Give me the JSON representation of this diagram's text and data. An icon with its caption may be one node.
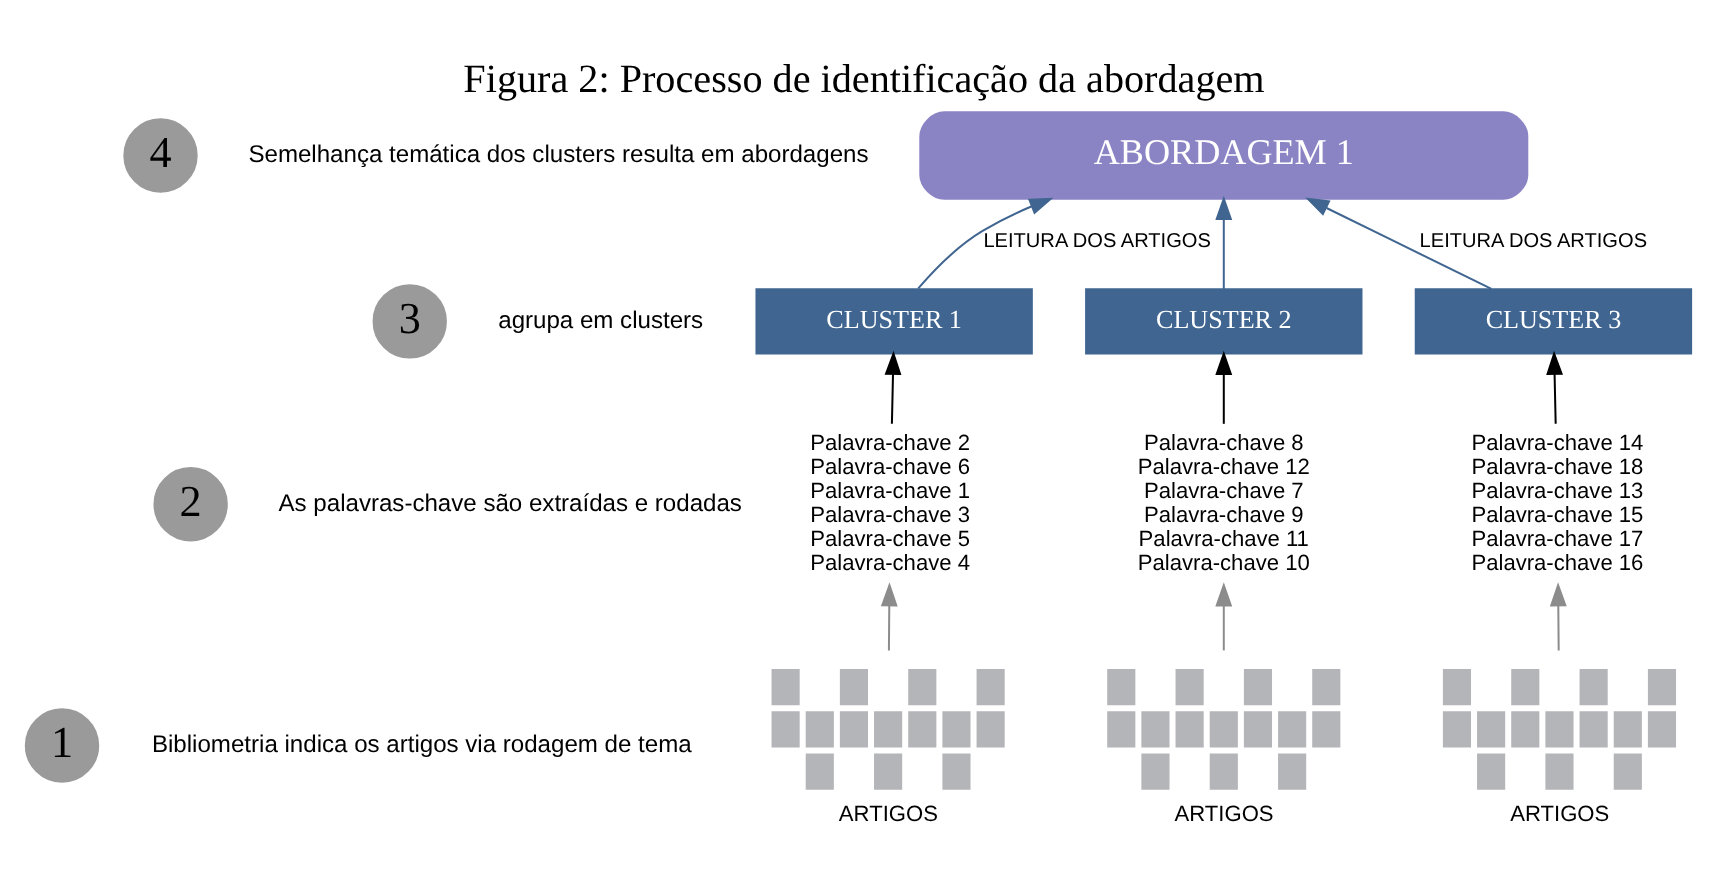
{
  "diagram": {
    "title": "Figura 2: Processo de identificação da abordagem",
    "nodes": [
      {
        "text": [
          "4"
        ],
        "beside": [
          "Semelhança temática dos clusters resulta em abordagens"
        ]
      },
      {
        "text": [
          "3"
        ],
        "beside": [
          "agrupa em clusters"
        ]
      },
      {
        "text": [
          "2"
        ],
        "beside": [
          "As palavras-chave são extraídas e rodadas"
        ]
      },
      {
        "text": [
          "1"
        ],
        "beside": [
          "Bibliometria indica os artigos via rodagem de tema"
        ]
      },
      {
        "text": [
          "ABORDAGEM 1"
        ]
      },
      {
        "text": [
          "CLUSTER 1"
        ]
      },
      {
        "text": [
          "CLUSTER 2"
        ]
      },
      {
        "text": [
          "CLUSTER 3"
        ]
      },
      {
        "text": [
          "Palavra-chave 2",
          "Palavra-chave 6",
          "Palavra-chave 1",
          "Palavra-chave 3",
          "Palavra-chave 5",
          "Palavra-chave 4"
        ]
      },
      {
        "text": [
          "Palavra-chave 8",
          "Palavra-chave 12",
          "Palavra-chave 7",
          "Palavra-chave 9",
          "Palavra-chave 11",
          "Palavra-chave 10"
        ]
      },
      {
        "text": [
          "Palavra-chave 14",
          "Palavra-chave 18",
          "Palavra-chave 13",
          "Palavra-chave 15",
          "Palavra-chave 17",
          "Palavra-chave 16"
        ]
      },
      {
        "text": [],
        "shape": "picture",
        "beside": [
          "ARTIGOS"
        ]
      },
      {
        "text": [],
        "shape": "picture",
        "beside": [
          "ARTIGOS"
        ]
      },
      {
        "text": [],
        "shape": "picture",
        "beside": [
          "ARTIGOS"
        ]
      }
    ],
    "edges": [
      {
        "from": 5,
        "to": 4,
        "arrow": "to",
        "label": "LEITURA DOS ARTIGOS",
        "color": "#3f6590"
      },
      {
        "from": 6,
        "to": 4,
        "arrow": "to",
        "color": "#3f6590"
      },
      {
        "from": 7,
        "to": 4,
        "arrow": "to",
        "label": "LEITURA DOS ARTIGOS",
        "color": "#3f6590"
      },
      {
        "from": 8,
        "to": 5,
        "arrow": "to",
        "color": "#000000"
      },
      {
        "from": 9,
        "to": 6,
        "arrow": "to",
        "color": "#000000"
      },
      {
        "from": 10,
        "to": 7,
        "arrow": "to",
        "color": "#000000"
      },
      {
        "from": 11,
        "to": 8,
        "arrow": "to",
        "color": "#8c8c8c"
      },
      {
        "from": 12,
        "to": 9,
        "arrow": "to",
        "color": "#8c8c8c"
      },
      {
        "from": 13,
        "to": 10,
        "arrow": "to",
        "color": "#8c8c8c"
      }
    ]
  }
}
